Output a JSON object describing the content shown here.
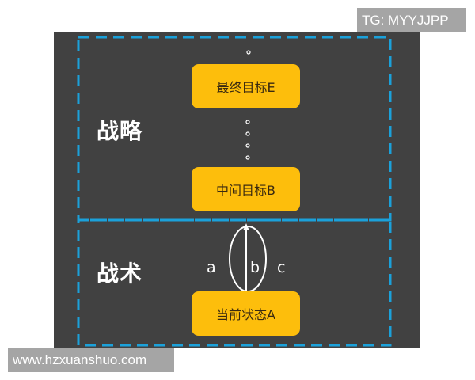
{
  "watermarks": {
    "top_right": "TG: MYYJJPP",
    "bottom_left": "www.hzxuanshuo.com"
  },
  "colors": {
    "panel_background": "#414141",
    "dashed_border": "#1BA1DA",
    "goal_box_fill": "#FDBE0C",
    "goal_box_text": "#3a2a10",
    "label_text": "#ffffff"
  },
  "sections": {
    "strategy": {
      "label": "战略"
    },
    "tactics": {
      "label": "战术"
    }
  },
  "goals": {
    "final": "最终目标E",
    "intermediate": "中间目标B",
    "current": "当前状态A"
  },
  "paths": {
    "a": "a",
    "b": "b",
    "c": "c"
  }
}
